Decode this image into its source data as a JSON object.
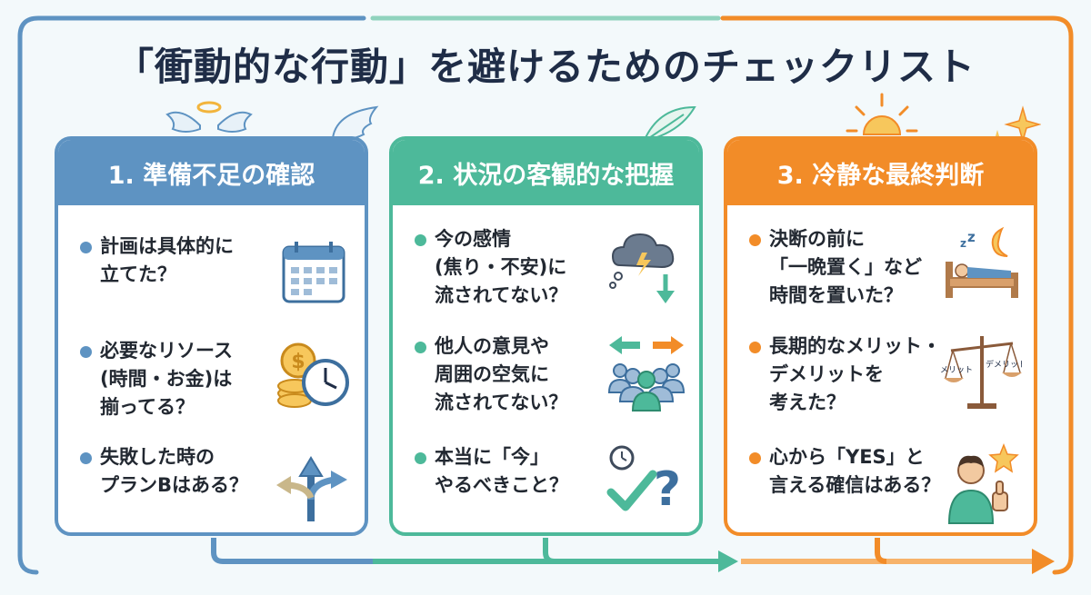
{
  "title": "「衝動的な行動」を避けるためのチェックリスト",
  "colors": {
    "blue": "#5e93c2",
    "green": "#4db99a",
    "orange": "#f28c28",
    "title": "#1f2d47"
  },
  "cards": [
    {
      "header": "1. 準備不足の確認",
      "items": [
        {
          "text": "計画は具体的に\n立てた？",
          "icon": "calendar-icon"
        },
        {
          "text": "必要なリソース\n(時間・お金)は\n揃ってる？",
          "icon": "coins-clock-icon"
        },
        {
          "text": "失敗した時の\nプランBはある？",
          "icon": "branching-arrows-icon"
        }
      ]
    },
    {
      "header": "2. 状況の客観的な把握",
      "items": [
        {
          "text": "今の感情\n(焦り・不安)に\n流されてない？",
          "icon": "storm-cloud-icon"
        },
        {
          "text": "他人の意見や\n周囲の空気に\n流されてない？",
          "icon": "crowd-icon"
        },
        {
          "text": "本当に「今」\nやるべきこと？",
          "icon": "check-question-icon"
        }
      ]
    },
    {
      "header": "3. 冷静な最終判断",
      "items": [
        {
          "text": "決断の前に\n「一晩置く」など\n時間を置いた？",
          "icon": "sleeping-bed-icon"
        },
        {
          "text": "長期的なメリット・\nデメリットを\n考えた？",
          "icon": "scale-icon",
          "labels": [
            "メリット",
            "デメリット"
          ]
        },
        {
          "text": "心から「YES」と\n言える確信はある？",
          "icon": "thumbs-up-person-icon"
        }
      ]
    }
  ]
}
